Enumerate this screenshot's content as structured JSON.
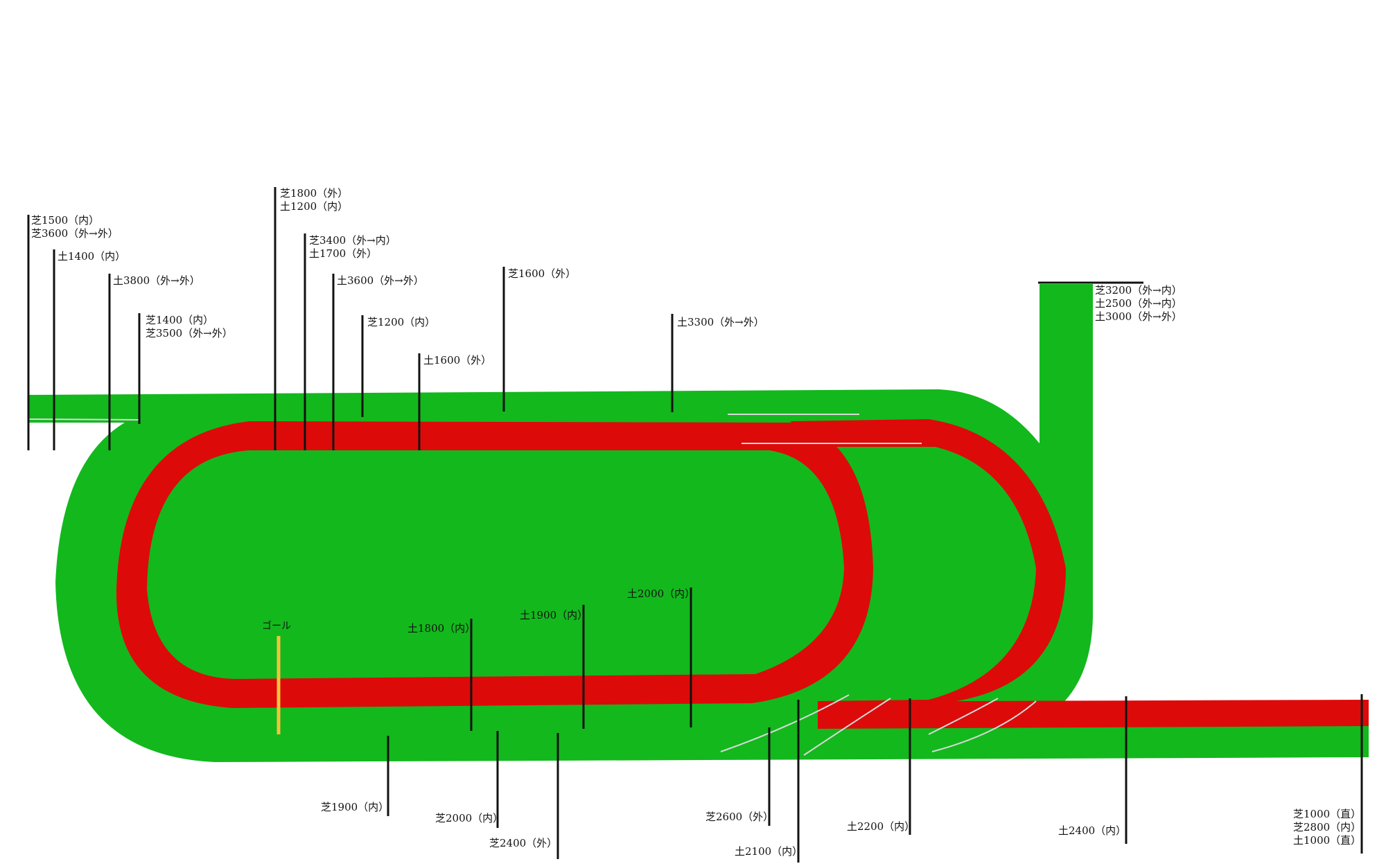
{
  "diagram": {
    "colors": {
      "turf": "#13b81d",
      "dirt": "#dd0a0a",
      "chute": "#22e83a",
      "marker": "#111111",
      "goal": "#f6c33c"
    },
    "goal_label": "ゴール",
    "start_markers": [
      {
        "id": "m1",
        "lines": [
          "芝1500（内）",
          "芝3600（外→外）"
        ]
      },
      {
        "id": "m2",
        "lines": [
          "土1400（内）"
        ]
      },
      {
        "id": "m3",
        "lines": [
          "土3800（外→外）"
        ]
      },
      {
        "id": "m4",
        "lines": [
          "芝1400（内）",
          "芝3500（外→外）"
        ]
      },
      {
        "id": "m5",
        "lines": [
          "芝1800（外）",
          "土1200（内）"
        ]
      },
      {
        "id": "m6",
        "lines": [
          "芝3400（外→内）",
          "土1700（外）"
        ]
      },
      {
        "id": "m7",
        "lines": [
          "土3600（外→外）"
        ]
      },
      {
        "id": "m8",
        "lines": [
          "芝1200（内）"
        ]
      },
      {
        "id": "m9",
        "lines": [
          "土1600（外）"
        ]
      },
      {
        "id": "m10",
        "lines": [
          "芝1600（外）"
        ]
      },
      {
        "id": "m11",
        "lines": [
          "土3300（外→外）"
        ]
      },
      {
        "id": "m12",
        "lines": [
          "芝3200（外→内）",
          "土2500（外→内）",
          "土3000（外→外）"
        ]
      },
      {
        "id": "m13",
        "lines": [
          "土1800（内）"
        ]
      },
      {
        "id": "m14",
        "lines": [
          "土1900（内）"
        ]
      },
      {
        "id": "m15",
        "lines": [
          "土2000（内）"
        ]
      },
      {
        "id": "m16",
        "lines": [
          "芝1900（内）"
        ]
      },
      {
        "id": "m17",
        "lines": [
          "芝2000（内）"
        ]
      },
      {
        "id": "m18",
        "lines": [
          "芝2400（外）"
        ]
      },
      {
        "id": "m19",
        "lines": [
          "芝2600（外）"
        ]
      },
      {
        "id": "m20",
        "lines": [
          "土2100（内）"
        ]
      },
      {
        "id": "m21",
        "lines": [
          "土2200（内）"
        ]
      },
      {
        "id": "m22",
        "lines": [
          "土2400（内）"
        ]
      },
      {
        "id": "m23",
        "lines": [
          "芝1000（直）",
          "芝2800（内）",
          "土1000（直）"
        ]
      }
    ]
  }
}
